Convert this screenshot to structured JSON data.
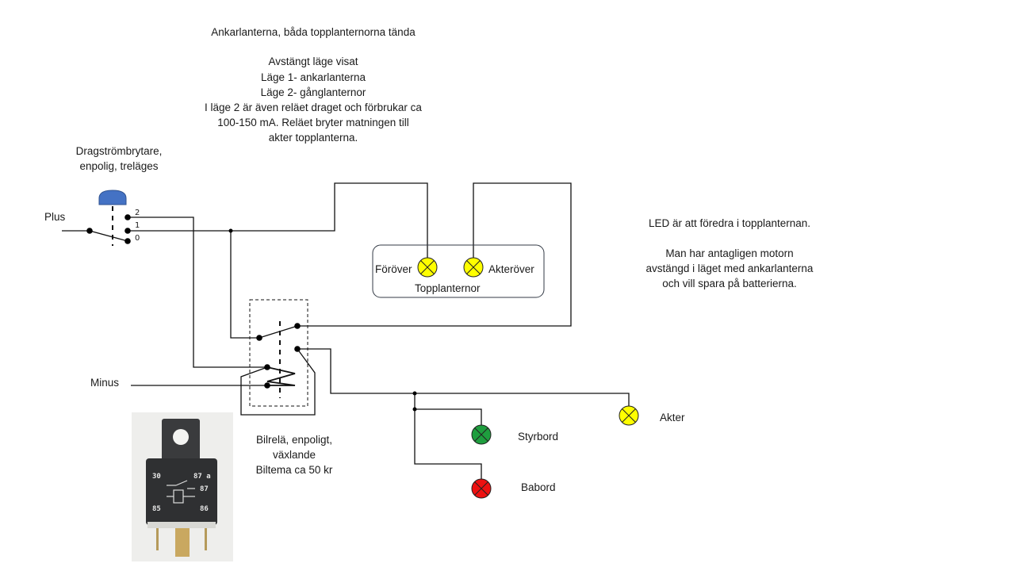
{
  "header_notes": {
    "title": "Ankarlanterna, båda topplanternorna  tända",
    "lines": [
      "Avstängt läge visat",
      "Läge 1- ankarlanterna",
      "Läge 2- gånglanternor",
      "I läge 2 är även reläet draget och förbrukar  ca",
      "100-150 mA.  Reläet bryter  matningen till",
      "akter topplanterna."
    ]
  },
  "switch": {
    "label_lines": [
      "Dragströmbrytare,",
      "enpolig, treläges"
    ],
    "positions": [
      "2",
      "1",
      "0"
    ],
    "knob_color": "#4472c4"
  },
  "supply": {
    "plus_label": "Plus",
    "minus_label": "Minus"
  },
  "top_lights": {
    "group_label": "Topplanternor",
    "forward_label": "Föröver",
    "aft_label": "Akteröver",
    "color": "#ffff00"
  },
  "side_note": {
    "line1": "LED är att föredra  i topplanternan.",
    "lines": [
      "Man har antagligen motorn",
      "avstängd i läget med ankarlanterna",
      "och vill spara på batterierna."
    ]
  },
  "relay": {
    "caption_lines": [
      "Bilrelä, enpoligt,",
      "växlande",
      "Biltema ca 50 kr"
    ],
    "photo_pins": [
      "30",
      "87 a",
      "87",
      "85",
      "86"
    ]
  },
  "nav_lights": [
    {
      "label": "Akter",
      "color": "#ffff00"
    },
    {
      "label": "Styrbord",
      "color": "#1e9e3e"
    },
    {
      "label": "Babord",
      "color": "#ee1111"
    }
  ]
}
